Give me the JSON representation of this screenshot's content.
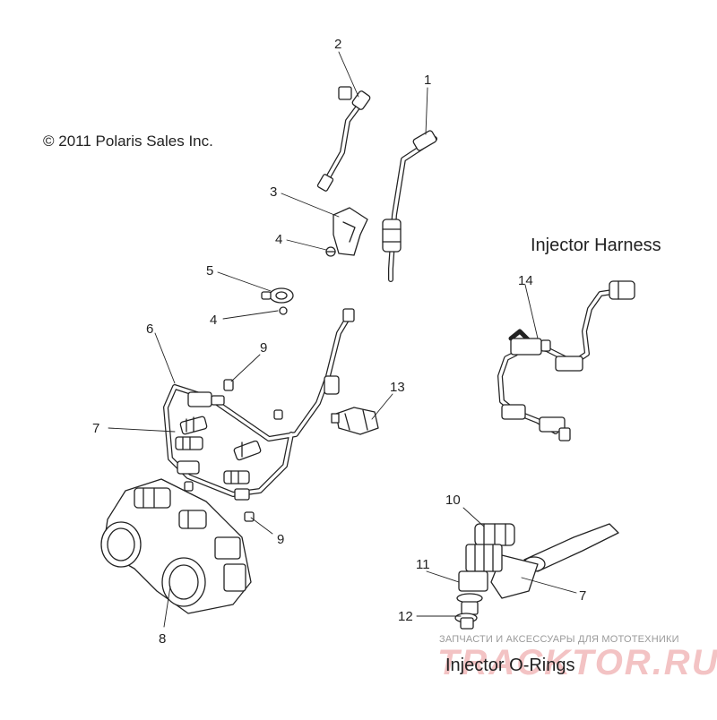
{
  "header": {
    "copyright": "© 2011 Polaris Sales Inc."
  },
  "sections": {
    "injector_harness_title": "Injector Harness",
    "injector_orings_title": "Injector O-Rings"
  },
  "callouts": [
    {
      "id": "c2",
      "label": "2"
    },
    {
      "id": "c1",
      "label": "1"
    },
    {
      "id": "c3",
      "label": "3"
    },
    {
      "id": "c4a",
      "label": "4"
    },
    {
      "id": "c5",
      "label": "5"
    },
    {
      "id": "c4b",
      "label": "4"
    },
    {
      "id": "c6",
      "label": "6"
    },
    {
      "id": "c9a",
      "label": "9"
    },
    {
      "id": "c7a",
      "label": "7"
    },
    {
      "id": "c13",
      "label": "13"
    },
    {
      "id": "c14",
      "label": "14"
    },
    {
      "id": "c9b",
      "label": "9"
    },
    {
      "id": "c8",
      "label": "8"
    },
    {
      "id": "c10",
      "label": "10"
    },
    {
      "id": "c11",
      "label": "11"
    },
    {
      "id": "c7b",
      "label": "7"
    },
    {
      "id": "c12",
      "label": "12"
    }
  ],
  "watermark": {
    "caption": "ЗАПЧАСТИ И АКСЕССУАРЫ ДЛЯ МОТОТЕХНИКИ",
    "logo_text": "TRACKTOR.RU"
  },
  "colors": {
    "line": "#222222",
    "watermark_red": "#d7373c",
    "watermark_gray": "#9a9a9a"
  }
}
